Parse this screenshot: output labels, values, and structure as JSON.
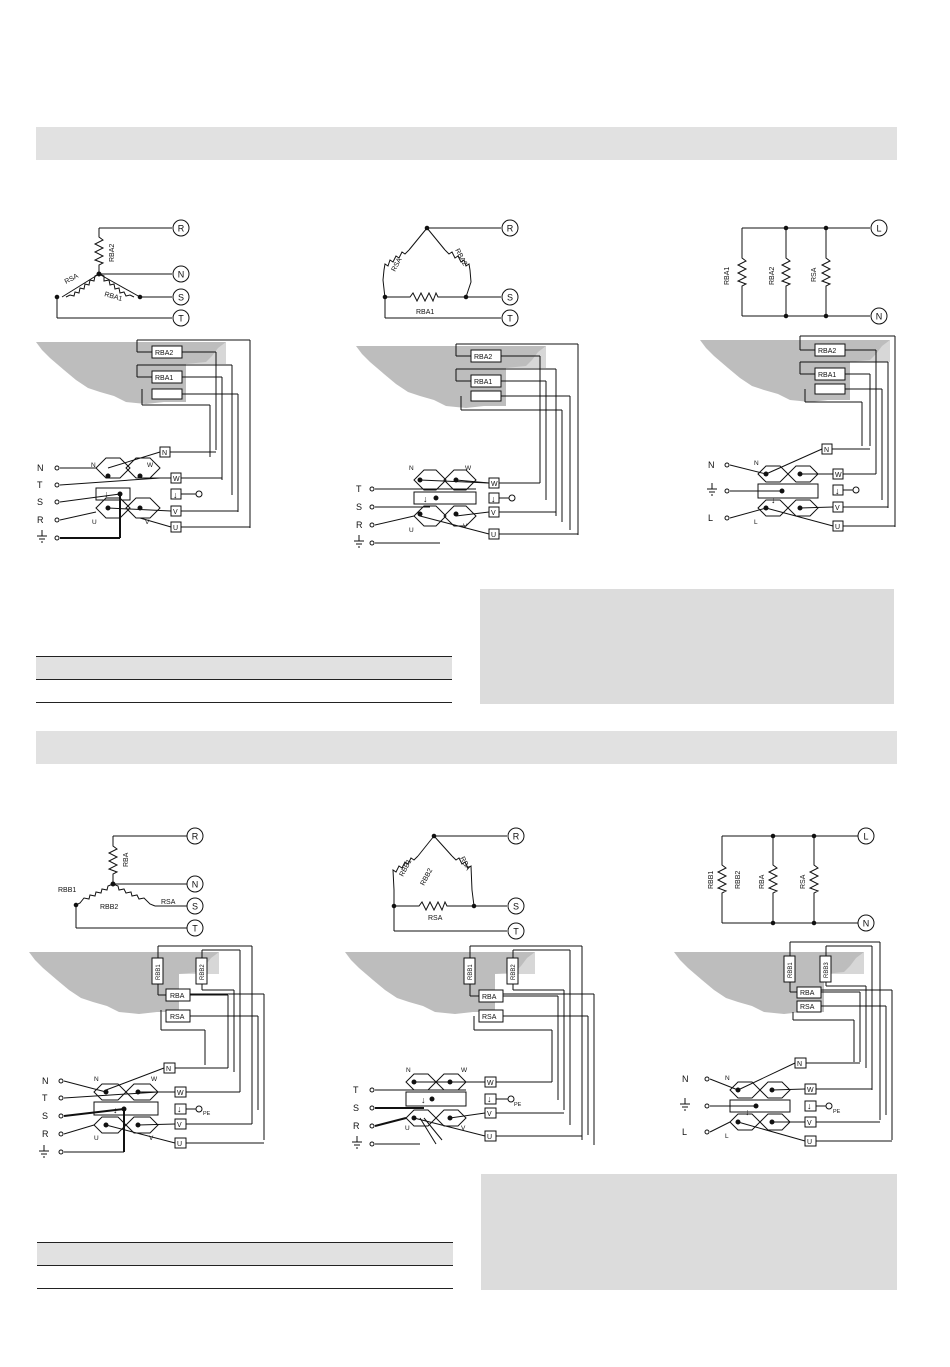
{
  "config_labels": {
    "star": {
      "R": "R",
      "S": "S",
      "T": "T",
      "N": "N"
    },
    "delta": {
      "R": "R",
      "S": "S",
      "T": "T"
    },
    "mono": {
      "L": "L",
      "N": "N"
    }
  },
  "terminal_labels": {
    "star_side": [
      "N",
      "T",
      "S",
      "R"
    ],
    "delta_side": [
      "T",
      "S",
      "R"
    ],
    "mono_side": [
      "N",
      "L"
    ],
    "block": {
      "N": "N",
      "W": "W",
      "U": "U",
      "V": "V",
      "L": "L",
      "PE": "PE"
    }
  },
  "section1": {
    "resistors": {
      "a": "RBA2",
      "b": "RBA1",
      "c": "RSA"
    }
  },
  "section2": {
    "resistors": {
      "a": "RBA",
      "b1": "RBB1",
      "b2": "RBB2",
      "c": "RSA",
      "b3": "RBB3"
    }
  },
  "colors": {
    "band": "#e1e1e1",
    "note": "#dcdcdc",
    "housing": "#bdbdbd",
    "line": "#111111"
  }
}
